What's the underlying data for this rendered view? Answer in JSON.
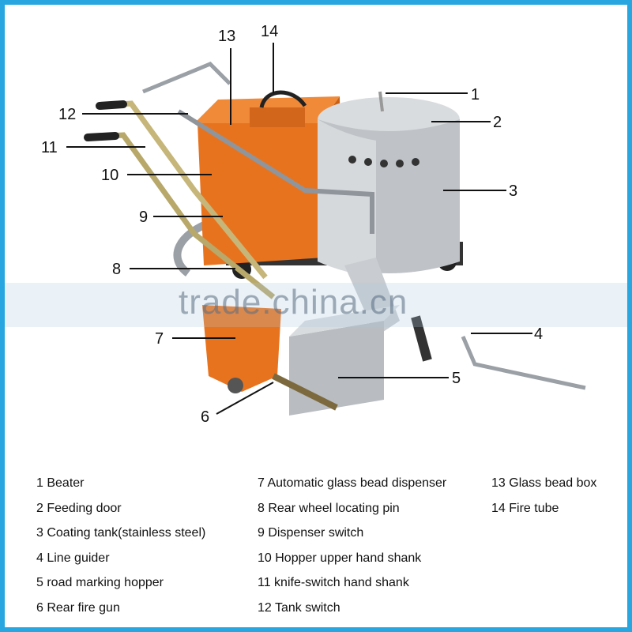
{
  "callouts": {
    "n1": "1",
    "n2": "2",
    "n3": "3",
    "n4": "4",
    "n5": "5",
    "n6": "6",
    "n7": "7",
    "n8": "8",
    "n9": "9",
    "n10": "10",
    "n11": "11",
    "n12": "12",
    "n13": "13",
    "n14": "14"
  },
  "watermark": "trade.china.cn",
  "legend": {
    "col1": [
      "1 Beater",
      "2 Feeding door",
      "3 Coating tank(stainless steel)",
      "4 Line guider",
      "5 road marking hopper",
      "6 Rear fire gun"
    ],
    "col2": [
      "7 Automatic glass bead dispenser",
      "8 Rear wheel locating pin",
      "9 Dispenser switch",
      "10 Hopper upper hand shank",
      "11 knife-switch hand shank",
      "12 Tank switch"
    ],
    "col3": [
      "13 Glass bead box",
      "14 Fire tube"
    ]
  },
  "colors": {
    "border": "#27a6e0",
    "box_orange": "#e8731e",
    "tank_silver": "#c9ccd0"
  }
}
